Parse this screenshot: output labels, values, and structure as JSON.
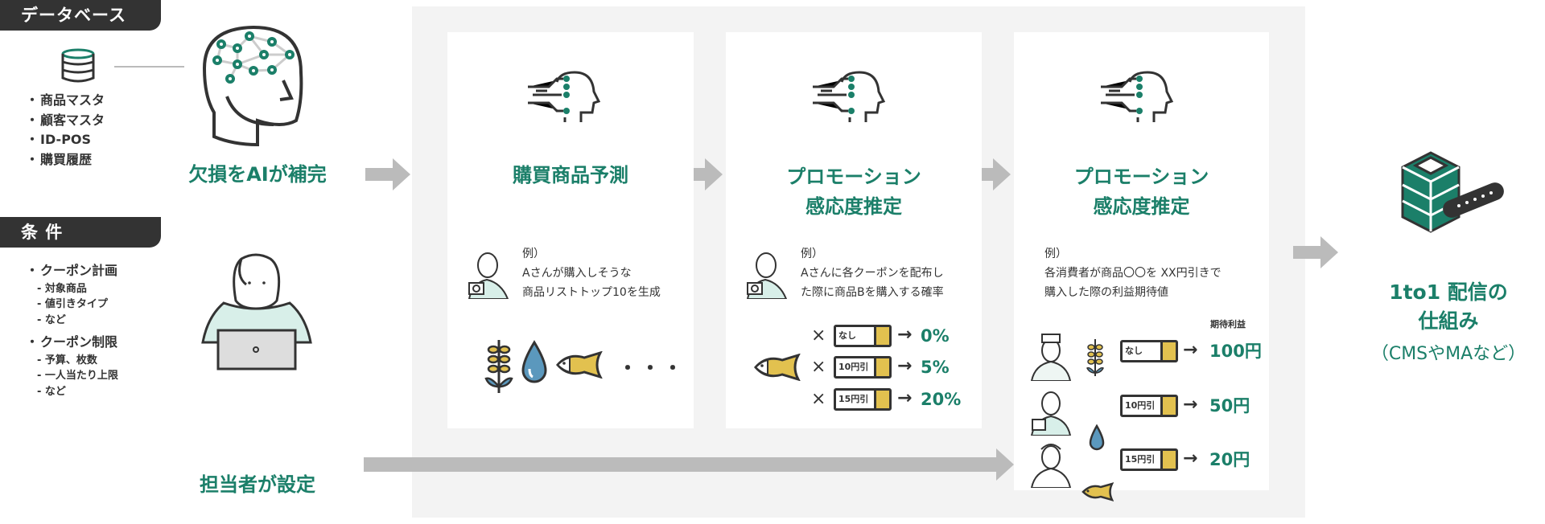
{
  "database": {
    "tab": "データベース",
    "items": [
      "商品マスタ",
      "顧客マスタ",
      "ID-POS",
      "購買履歴"
    ],
    "caption": "欠損をAIが補完"
  },
  "conditions": {
    "tab": "条 件",
    "groups": [
      {
        "title": "クーポン計画",
        "items": [
          "対象商品",
          "値引きタイプ",
          "など"
        ]
      },
      {
        "title": "クーポン制限",
        "items": [
          "予算、枚数",
          "一人当たり上限",
          "など"
        ]
      }
    ],
    "caption": "担当者が設定"
  },
  "cards": [
    {
      "title": [
        "購買商品予測"
      ],
      "example": [
        "例）",
        "Aさんが購入しそうな",
        "商品リストトップ10を生成"
      ]
    },
    {
      "title": [
        "プロモーション",
        "感応度推定"
      ],
      "example": [
        "例）",
        "Aさんに各クーポンを配布し",
        "た際に商品Bを購入する確率"
      ],
      "rows": [
        {
          "coupon": "なし",
          "value": "0%"
        },
        {
          "coupon": "10円引",
          "value": "5%"
        },
        {
          "coupon": "15円引",
          "value": "20%"
        }
      ]
    },
    {
      "title": [
        "プロモーション",
        "感応度推定"
      ],
      "example": [
        "例）",
        "各消費者が商品〇〇を XX円引きで",
        "購入した際の利益期待値"
      ],
      "header": "期待利益",
      "rows": [
        {
          "coupon": "なし",
          "value": "100円"
        },
        {
          "coupon": "10円引",
          "value": "50円"
        },
        {
          "coupon": "15円引",
          "value": "20円"
        }
      ]
    }
  ],
  "output": {
    "lines": [
      "1to1 配信の",
      "仕組み"
    ],
    "sub": "（CMSやMAなど）"
  },
  "symbols": {
    "times": "×",
    "arrow": "→",
    "dots": "・・・"
  },
  "colors": {
    "green": "#1b7f69",
    "gold": "#e2c14f",
    "blue": "#5b98bd",
    "dark": "#333333",
    "panel": "#f3f3f3"
  }
}
